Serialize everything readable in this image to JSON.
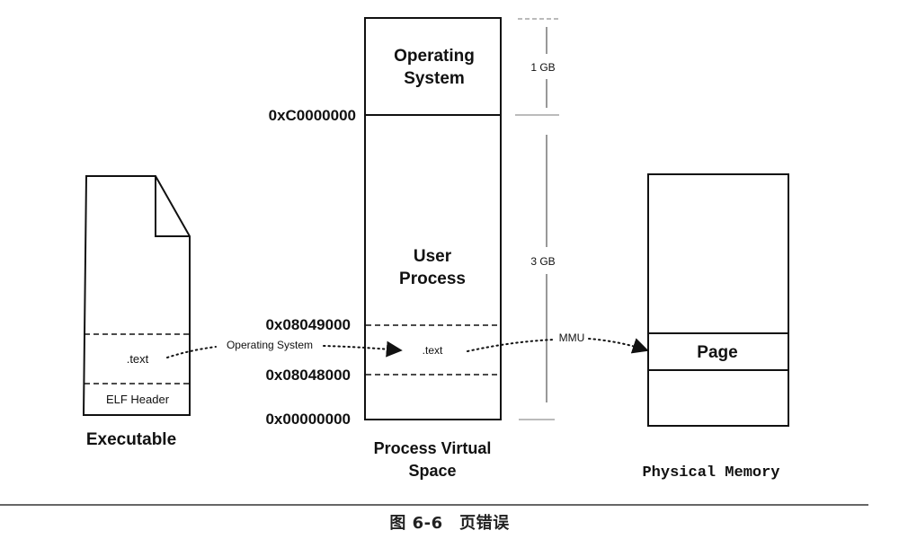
{
  "figure": {
    "caption": "图 6-6　页错误"
  },
  "executable": {
    "label": "Executable",
    "sections": [
      ".text",
      "ELF Header"
    ]
  },
  "virtual_space": {
    "label_line1": "Process Virtual",
    "label_line2": "Space",
    "os_region": {
      "line1": "Operating",
      "line2": "System",
      "size": "1 GB"
    },
    "user_region": {
      "line1": "User",
      "line2": "Process",
      "size": "3 GB"
    },
    "text_section": ".text",
    "addresses": [
      "0xC0000000",
      "0x08049000",
      "0x08048000",
      "0x00000000"
    ]
  },
  "physical_memory": {
    "label": "Physical Memory",
    "page_label": "Page"
  },
  "arrows": {
    "exe_to_virtual": "Operating System",
    "virtual_to_physical": "MMU"
  }
}
